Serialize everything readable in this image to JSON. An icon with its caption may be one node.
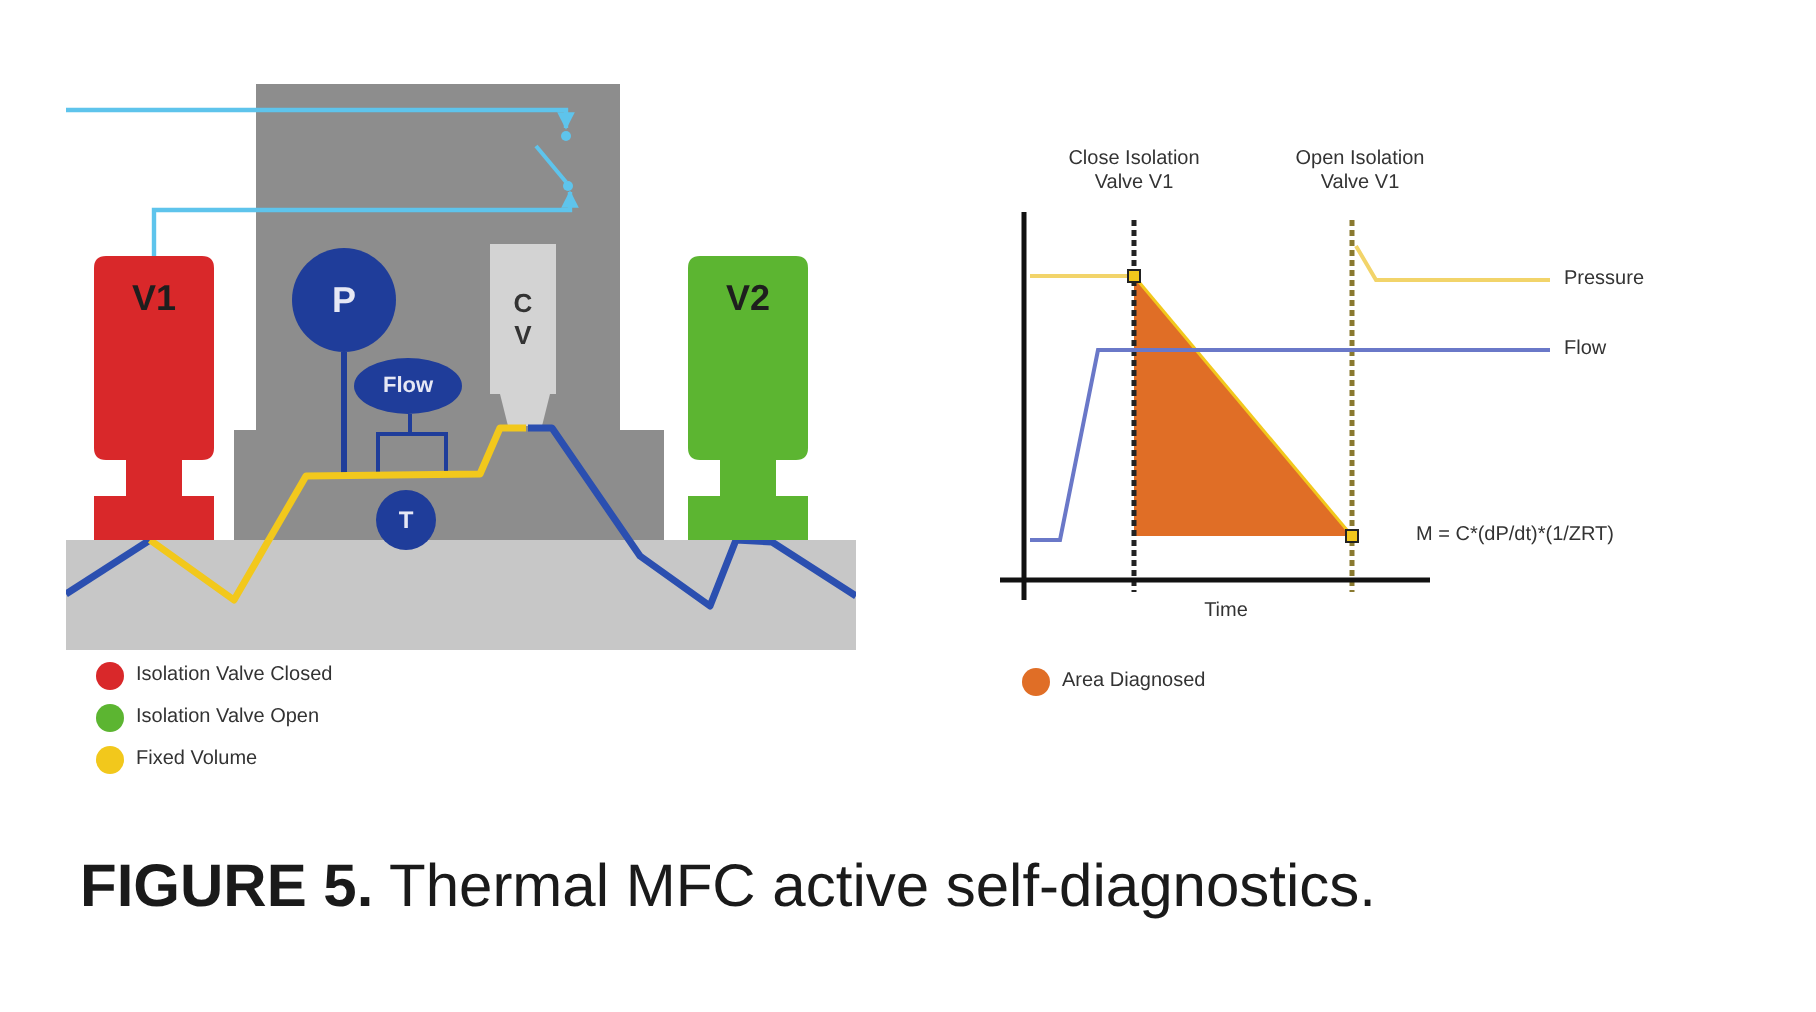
{
  "diagram": {
    "caption": "**FIGURE 5.** Thermal MFC active self-diagnostics.",
    "nodes": [
      {
        "text": [
          "V1"
        ]
      },
      {
        "text": [
          "V2"
        ]
      },
      {
        "text": [
          "P"
        ]
      },
      {
        "text": [
          "Flow"
        ]
      },
      {
        "text": [
          "T"
        ]
      },
      {
        "text": [
          "C V"
        ]
      },
      {
        "text": [],
        "shape": "switch"
      }
    ],
    "edges": [
      {
        "from": null,
        "to": 6,
        "arrow": "to"
      },
      {
        "from": 0,
        "to": 6,
        "arrow": "to"
      }
    ],
    "labels": [
      "Close Isolation Valve V1",
      "Open Isolation Valve V1",
      "Pressure",
      "Flow",
      "M = C*(dP/dt)*(1/ZRT)",
      "Time"
    ],
    "legend": [
      {
        "text": "Isolation Valve Closed",
        "color": "#d9282a"
      },
      {
        "text": "Isolation Valve Open",
        "color": "#5cb531"
      },
      {
        "text": "Fixed Volume",
        "color": "#f2c81c"
      },
      {
        "text": "Area Diagnosed",
        "color": "#e06e26"
      }
    ]
  }
}
